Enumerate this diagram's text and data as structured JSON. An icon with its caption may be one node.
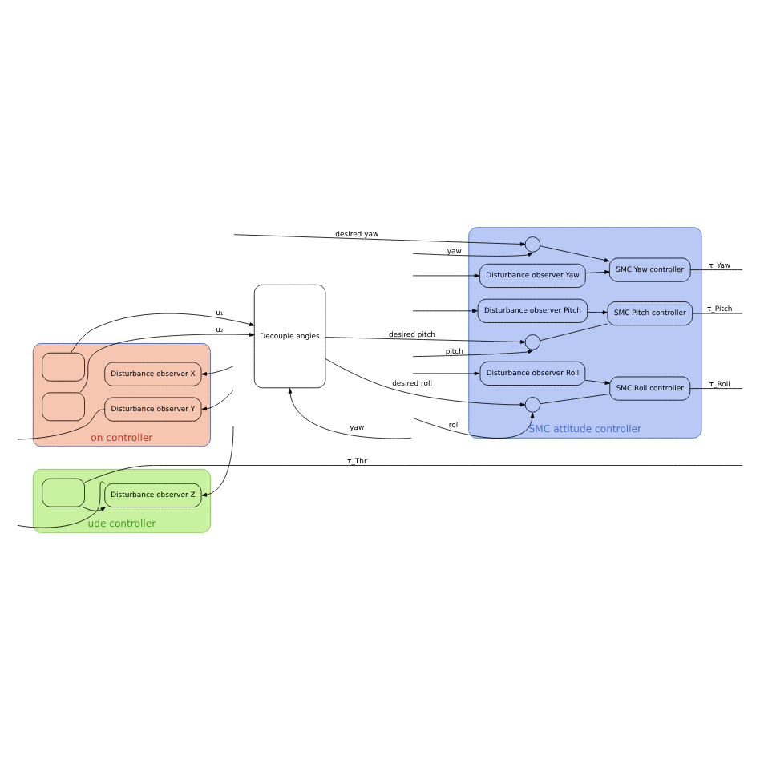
{
  "diagram": {
    "nodes": [
      {
        "text": [
          "ude controller"
        ]
      },
      {
        "text": [
          "Disturbance observer Z"
        ],
        "in": 0
      },
      {
        "text": [],
        "shape": "box",
        "in": 0
      },
      {
        "text": [
          "SMC attitude controller"
        ]
      },
      {
        "text": [
          "Disturbance observer Yaw"
        ],
        "in": 3
      },
      {
        "text": [],
        "shape": "circle",
        "in": 3
      },
      {
        "text": [
          "SMC Yaw controller"
        ],
        "in": 3
      },
      {
        "text": [
          "Disturbance observer Pitch"
        ],
        "in": 3
      },
      {
        "text": [],
        "shape": "circle",
        "in": 3
      },
      {
        "text": [
          "SMC Pitch controller"
        ],
        "in": 3
      },
      {
        "text": [
          "Disturbance observer Roll"
        ],
        "in": 3
      },
      {
        "text": [],
        "shape": "circle",
        "in": 3
      },
      {
        "text": [
          "SMC Roll controller"
        ],
        "in": 3
      },
      {
        "text": [
          "on controller"
        ]
      },
      {
        "text": [
          "Disturbance observer X"
        ],
        "in": 13
      },
      {
        "text": [],
        "shape": "box",
        "in": 13
      },
      {
        "text": [
          "Disturbance observer Y"
        ],
        "in": 13
      },
      {
        "text": [],
        "shape": "box",
        "in": 13
      },
      {
        "text": [
          "Decouple angles"
        ]
      }
    ],
    "edges": [
      {
        "from": 2,
        "to": 1,
        "arrow": "to"
      },
      {
        "from": null,
        "to": 1,
        "arrow": "none"
      },
      {
        "from": null,
        "to": 1,
        "arrow": "to"
      },
      {
        "from": 2,
        "to": null,
        "arrow": "none",
        "label": "τ_Thr"
      },
      {
        "from": null,
        "to": 5,
        "arrow": "to",
        "label": "desired yaw"
      },
      {
        "from": null,
        "to": 5,
        "arrow": "to",
        "label": "yaw"
      },
      {
        "from": 5,
        "to": 6,
        "arrow": "to"
      },
      {
        "from": 4,
        "to": 6,
        "arrow": "to"
      },
      {
        "from": 6,
        "to": null,
        "arrow": "none",
        "label": "τ_Yaw"
      },
      {
        "from": null,
        "to": 4,
        "arrow": "to"
      },
      {
        "from": 18,
        "to": 8,
        "arrow": "to",
        "label": "desired pitch"
      },
      {
        "from": null,
        "to": 8,
        "arrow": "to",
        "label": "pitch"
      },
      {
        "from": 8,
        "to": 9,
        "arrow": "none"
      },
      {
        "from": 7,
        "to": 9,
        "arrow": "to"
      },
      {
        "from": 9,
        "to": null,
        "arrow": "none",
        "label": "τ_Pitch"
      },
      {
        "from": null,
        "to": 7,
        "arrow": "to"
      },
      {
        "from": 18,
        "to": 11,
        "arrow": "to",
        "label": "desired roll"
      },
      {
        "from": null,
        "to": 11,
        "arrow": "to",
        "label": "roll"
      },
      {
        "from": 11,
        "to": 12,
        "arrow": "none"
      },
      {
        "from": 10,
        "to": 12,
        "arrow": "to"
      },
      {
        "from": 12,
        "to": null,
        "arrow": "none",
        "label": "τ_Roll"
      },
      {
        "from": null,
        "to": 10,
        "arrow": "to"
      },
      {
        "from": null,
        "to": 14,
        "arrow": "to"
      },
      {
        "from": 15,
        "to": 18,
        "arrow": "to",
        "label": "u₁"
      },
      {
        "from": null,
        "to": 16,
        "arrow": "none"
      },
      {
        "from": null,
        "to": 16,
        "arrow": "to"
      },
      {
        "from": 17,
        "to": 18,
        "arrow": "to",
        "label": "u₂"
      },
      {
        "from": null,
        "to": 18,
        "arrow": "to",
        "label": "yaw"
      }
    ]
  }
}
